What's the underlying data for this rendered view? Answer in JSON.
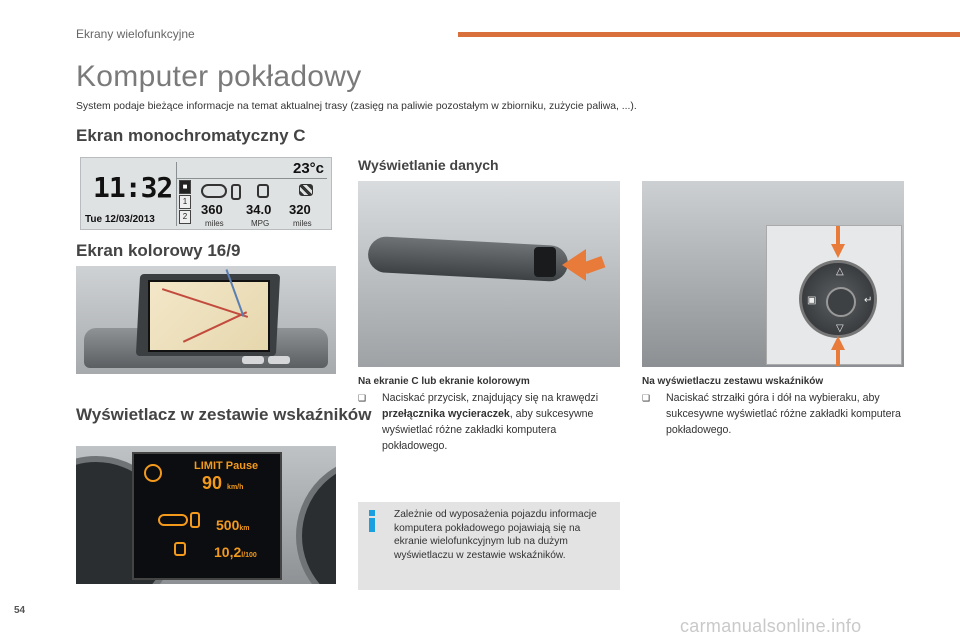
{
  "header": {
    "section": "Ekrany wielofunkcyjne",
    "accent_color": "#d9703c"
  },
  "page": {
    "title": "Komputer pokładowy",
    "intro": "System podaje bieżące informacje na temat aktualnej trasy (zasięg na paliwie pozostałym w zbiorniku, zużycie paliwa, ...).",
    "number": "54"
  },
  "sections": {
    "mono_heading": "Ekran monochromatyczny C",
    "color_heading": "Ekran kolorowy 16/9",
    "cluster_heading": "Wyświetlacz w zestawie wskaźników",
    "display_heading": "Wyświetlanie danych"
  },
  "mono_screen": {
    "clock": "11:32",
    "date": "Tue 12/03/2013",
    "temperature": "23°c",
    "tabs": [
      "1",
      "2"
    ],
    "values": [
      {
        "value": "360",
        "unit": "miles"
      },
      {
        "value": "34.0",
        "unit": "MPG"
      },
      {
        "value": "320",
        "unit": "miles"
      }
    ]
  },
  "cluster_screen": {
    "limit": "LIMIT Pause",
    "speed": "90",
    "speed_unit": "km/h",
    "range": "500",
    "range_unit": "km",
    "consumption": "10,2",
    "consumption_unit": "l/100",
    "text_color": "#f39a1c"
  },
  "instructions": {
    "col1": {
      "lead": "Na ekranie C lub ekranie kolorowym",
      "text_before": "Naciskać przycisk, znajdujący się na krawędzi ",
      "text_bold": "przełącznika wycieraczek",
      "text_after": ", aby sukcesywne wyświetlać różne zakładki komputera pokładowego."
    },
    "col2": {
      "lead": "Na wyświetlaczu zestawu wskaźników",
      "text": "Naciskać strzałki góra i dół na wybieraku, aby sukcesywne wyświetlać różne zakładki komputera pokładowego."
    },
    "bullet_glyph": "❑"
  },
  "info": {
    "text": "Zależnie od wyposażenia pojazdu informacje komputera pokładowego pojawiają się na ekranie wielofunkcyjnym lub na dużym wyświetlaczu w zestawie wskaźników.",
    "icon_color": "#1a9fe0"
  },
  "footer": {
    "watermark": "carmanualsonline.info"
  }
}
